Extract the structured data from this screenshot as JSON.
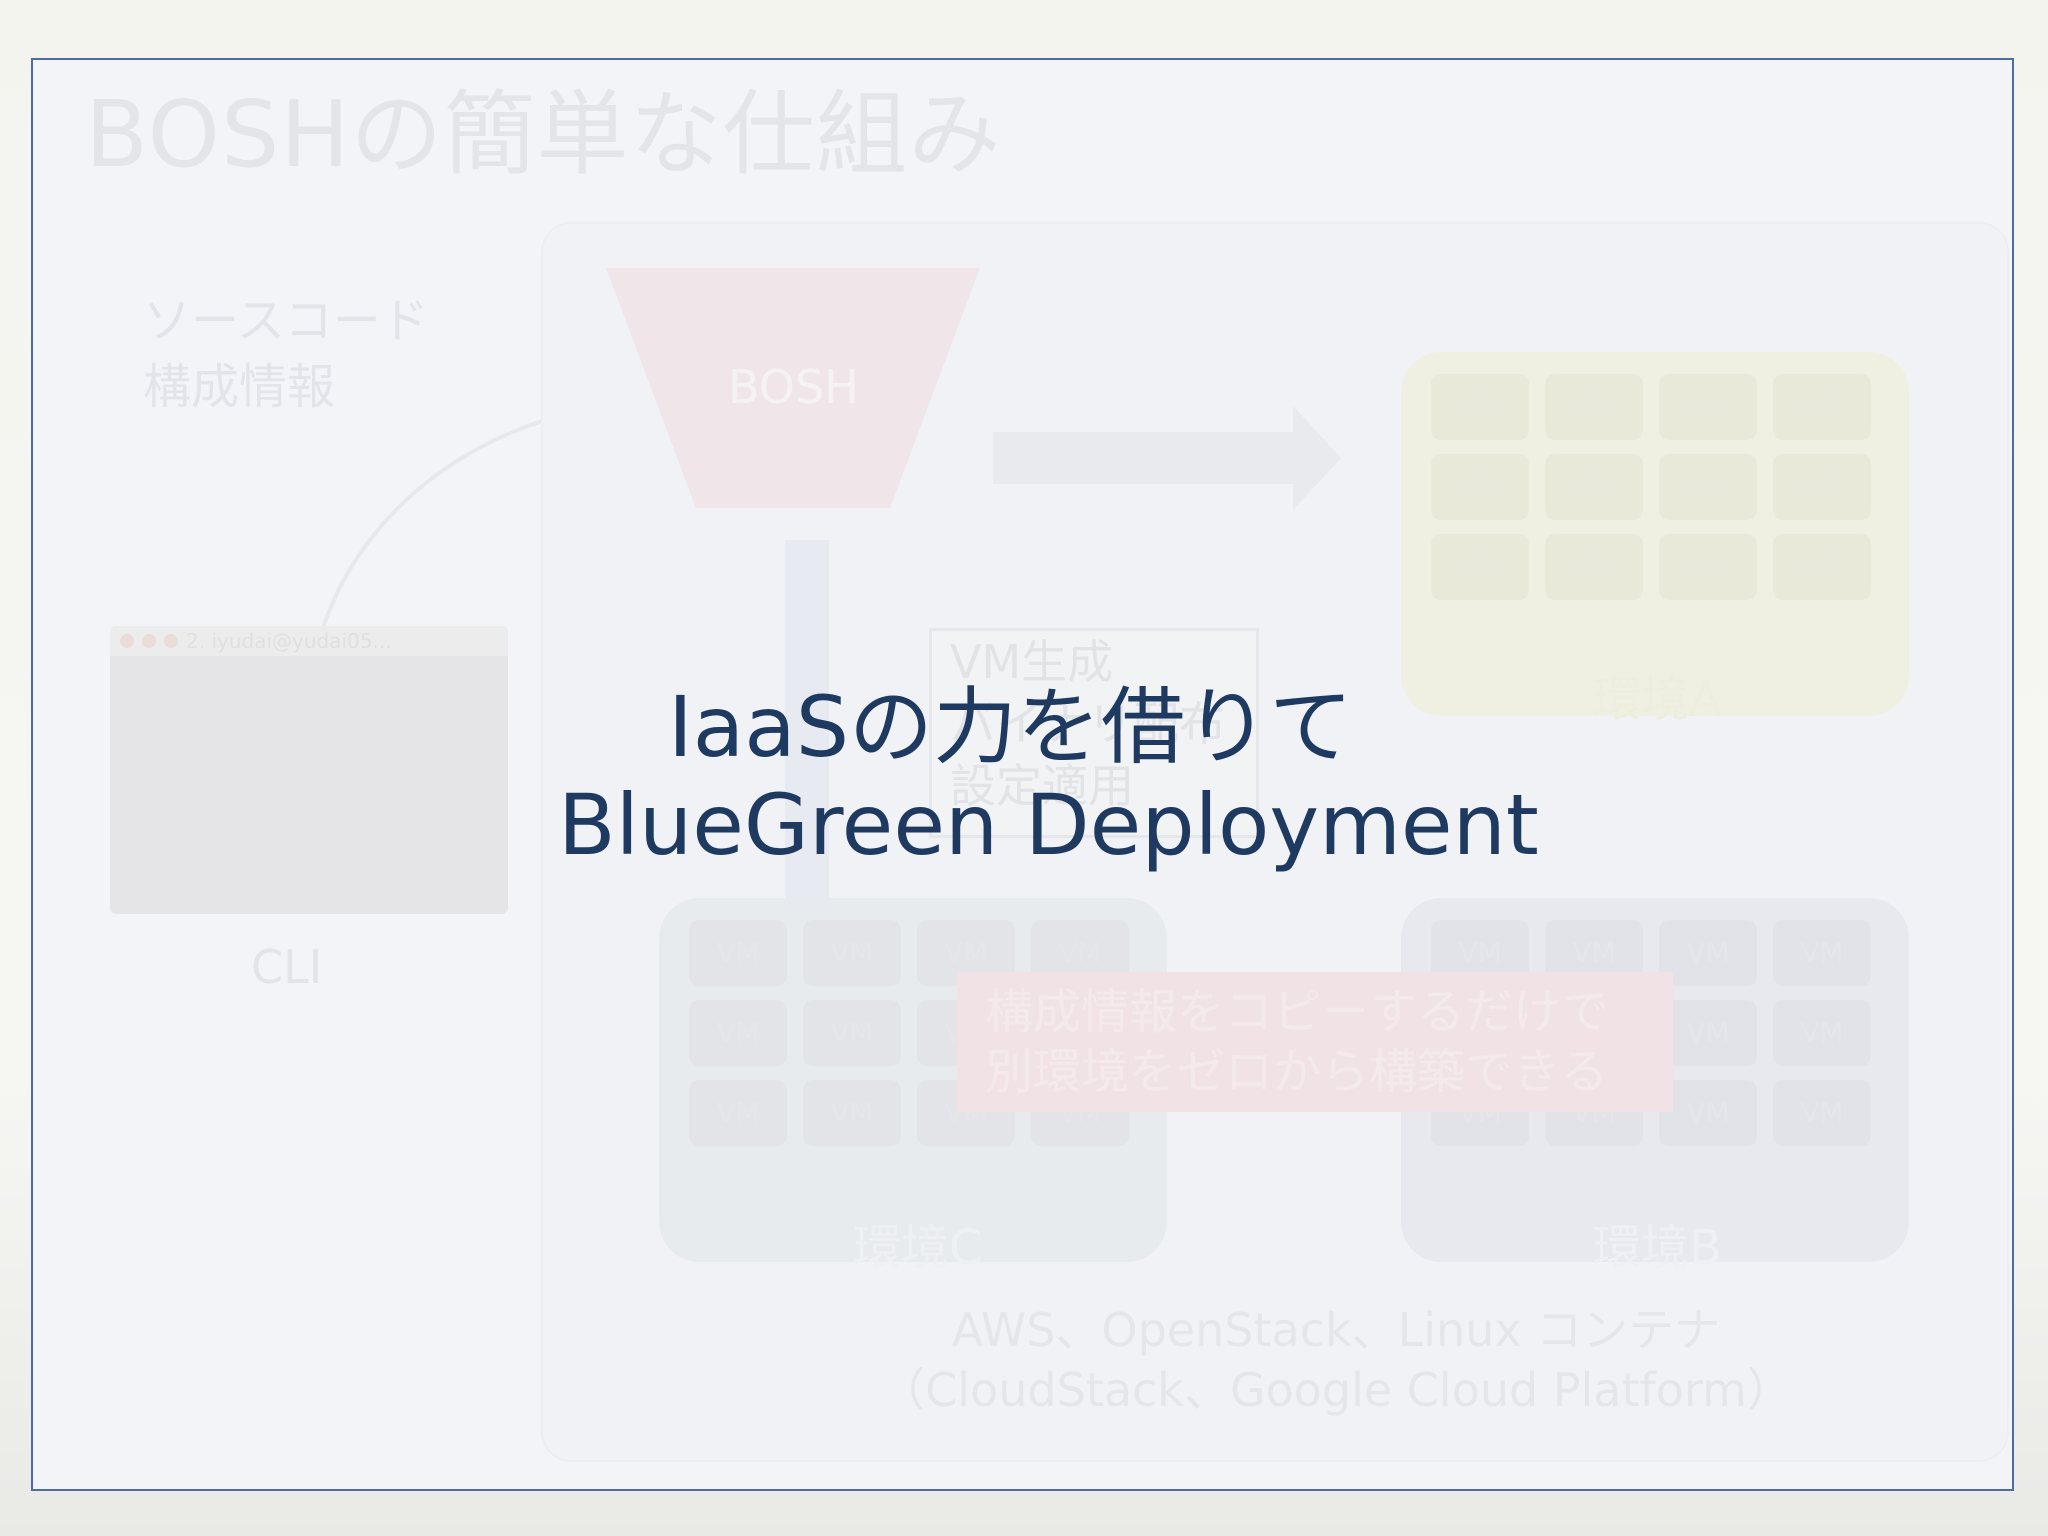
{
  "slide": {
    "title": "BOSHの簡単な仕組み",
    "source_lines": [
      "ソースコード",
      "構成情報"
    ],
    "bosh_label": "BOSH",
    "vm_box_lines": [
      "VM生成",
      "バイナリ配布",
      "設定適用"
    ],
    "vm_label": "VM",
    "environments": {
      "a": "環境A",
      "b": "環境B",
      "c": "環境C"
    },
    "copy_lines": [
      "構成情報をコピーするだけで",
      "別環境をゼロから構築できる"
    ],
    "cli_window_title": "2. iyudai@yudai05...",
    "cli_label": "CLI",
    "iaas_lines": [
      "AWS、OpenStack、Linux コンテナ",
      "（CloudStack、Google Cloud Platform）"
    ]
  },
  "overlay": {
    "line1": "IaaSの力を借りて",
    "line2": "BlueGreen Deployment"
  },
  "colors": {
    "slide_border": "#4d6ba8",
    "overlay_text": "#1f3a60"
  }
}
